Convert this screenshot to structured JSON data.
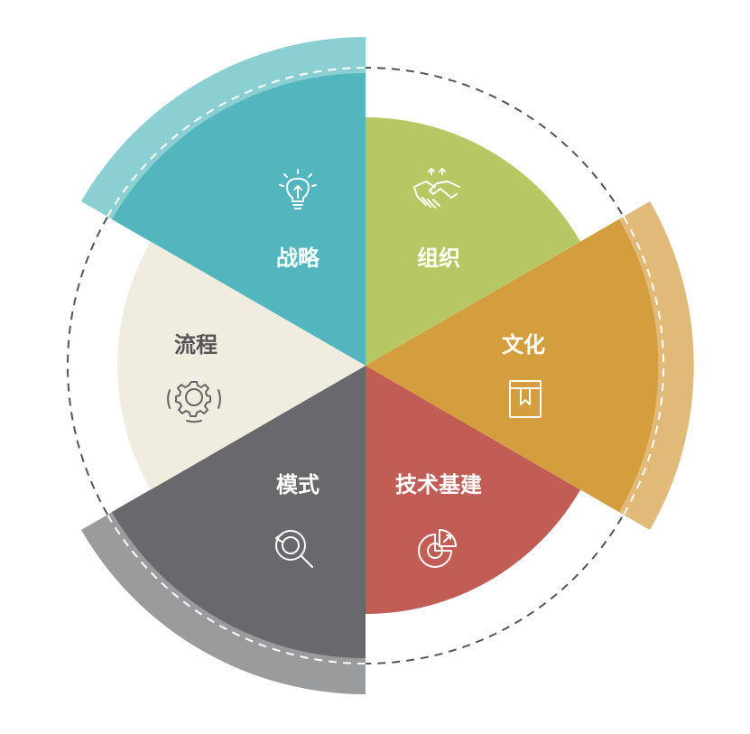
{
  "colors": {
    "strategy": "#53b6bf",
    "strategy_outer": "#8ccfd3",
    "organization": "#b7c763",
    "culture": "#d49e3f",
    "culture_outer": "#e1b978",
    "tech": "#c25d55",
    "model": "#68686d",
    "model_outer": "#9a9b9d",
    "process": "#f1ece0",
    "dashed_ring": "#555555",
    "label_light": "#ffffff",
    "label_dark": "#555555",
    "icon_dark": "#666666"
  },
  "segments": [
    {
      "id": "strategy",
      "label": "战略",
      "icon": "lightbulb-icon"
    },
    {
      "id": "organization",
      "label": "组织",
      "icon": "handshake-icon"
    },
    {
      "id": "culture",
      "label": "文化",
      "icon": "book-icon"
    },
    {
      "id": "tech",
      "label": "技术基建",
      "icon": "pie-chart-icon"
    },
    {
      "id": "model",
      "label": "模式",
      "icon": "magnifier-icon"
    },
    {
      "id": "process",
      "label": "流程",
      "icon": "gear-icon"
    }
  ]
}
